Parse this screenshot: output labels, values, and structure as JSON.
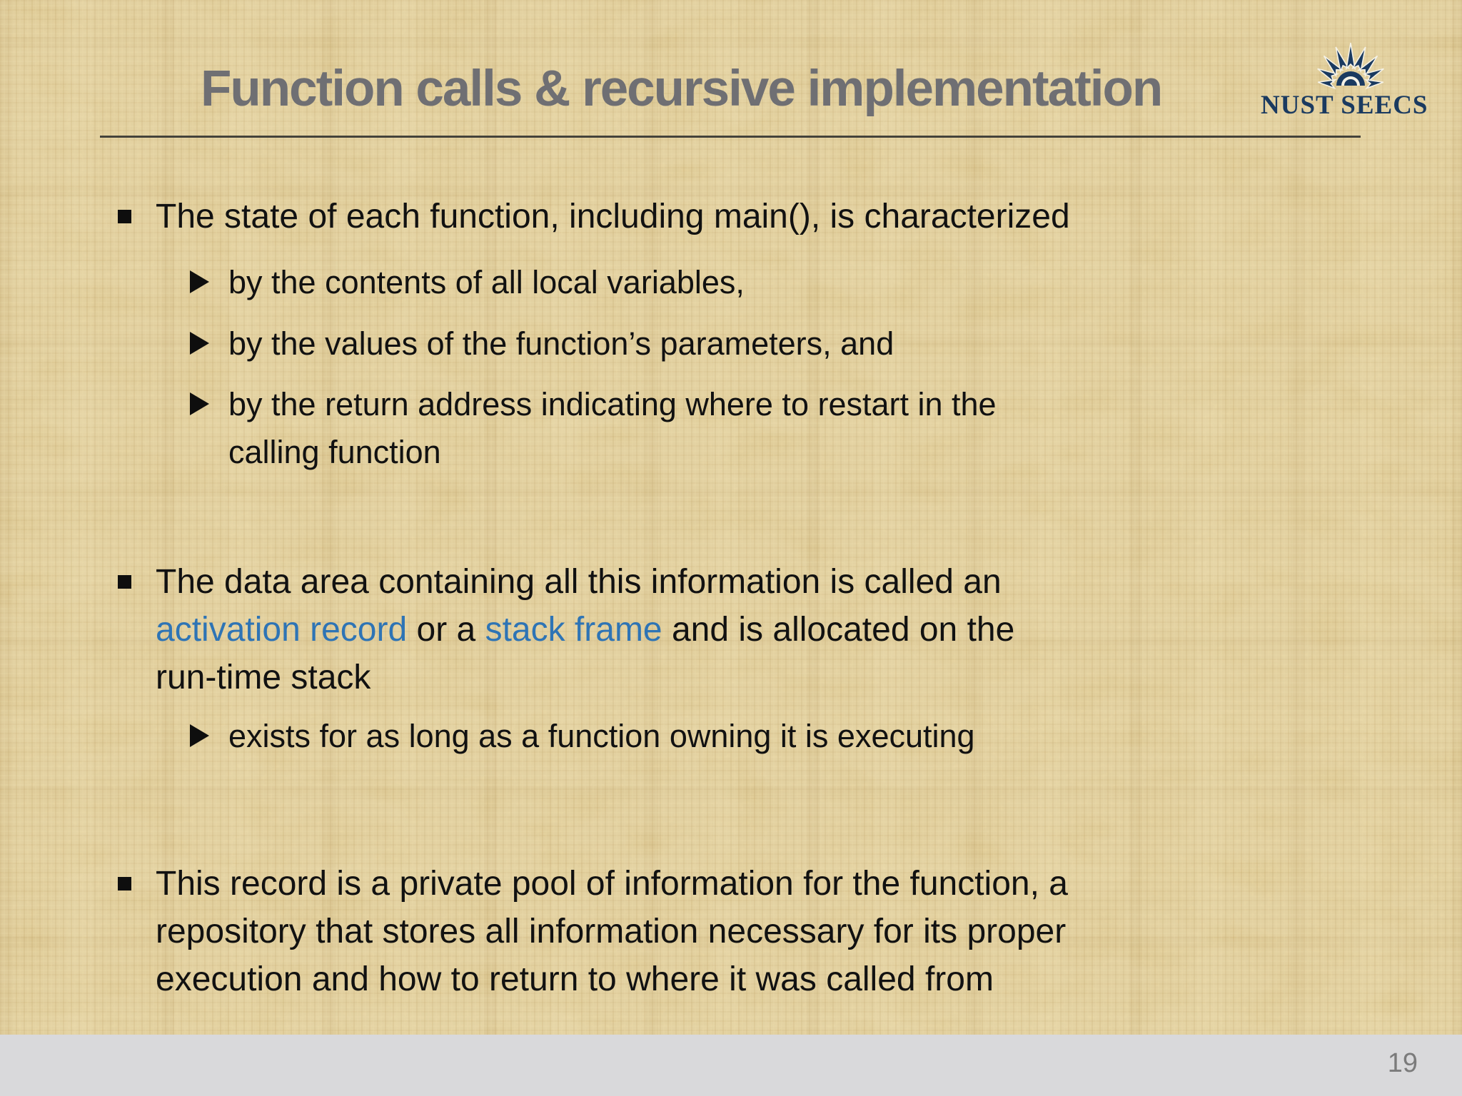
{
  "slide": {
    "title": "Function calls & recursive implementation",
    "logo": {
      "org_text": "NUST SEECS",
      "emblem": "sunburst-crest-icon"
    },
    "colors": {
      "background_base": "#e3cd93",
      "title": "#6f6f73",
      "body_text": "#111111",
      "accent_blue": "#2e74b5",
      "rule": "#44423a",
      "logo_navy": "#1a3a60",
      "footer_bar": "#d9d9db",
      "page_number": "#7b7b7b"
    },
    "content": {
      "b1": "The state of each function, including main(), is characterized",
      "sub1": "by the contents of all local variables,",
      "sub2": "by the values of the function’s parameters, and",
      "sub3_line1": "by the return address indicating where to restart in the",
      "sub3_line2": "calling function",
      "b2_line1": "The data area containing all this information is called an",
      "b2_line2_blue1": "activation record",
      "b2_line2_mid": " or a ",
      "b2_line2_blue2": "stack frame",
      "b2_line2_tail": " and is allocated on the",
      "b2_line3": "run-time stack",
      "sub4": "exists for as long as a function owning it is executing",
      "b3_line1": "This record is a private pool of information for the function, a",
      "b3_line2": "repository that stores all information necessary for its proper",
      "b3_line3": "execution and how to return to where it was called from"
    },
    "footer": {
      "page_number": "19"
    }
  }
}
